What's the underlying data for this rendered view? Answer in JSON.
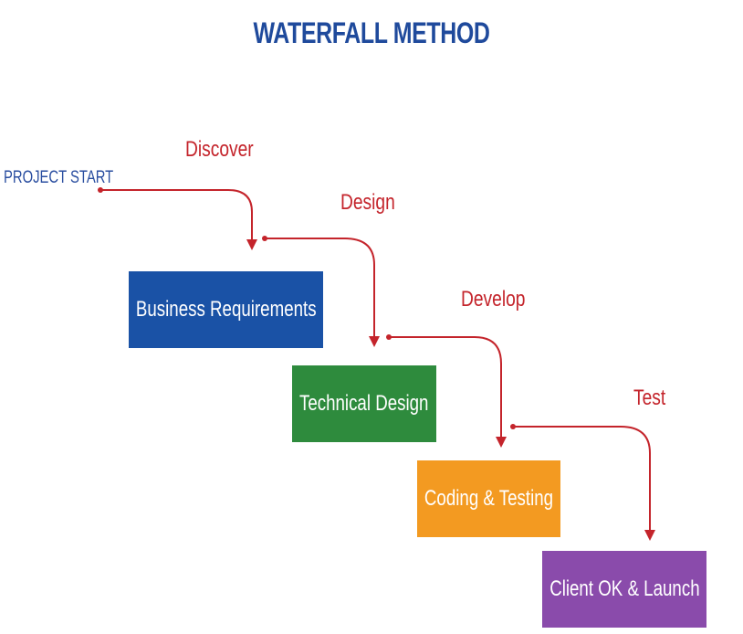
{
  "title": "WATERFALL METHOD",
  "start_label": "PROJECT START",
  "phases": [
    "Discover",
    "Design",
    "Develop",
    "Test"
  ],
  "stages": [
    {
      "label": "Business Requirements",
      "color": "#1a52a6"
    },
    {
      "label": "Technical Design",
      "color": "#2e8b3d"
    },
    {
      "label": "Coding & Testing",
      "color": "#f39a21"
    },
    {
      "label": "Client OK & Launch",
      "color": "#8a4bab"
    }
  ],
  "arrow_color": "#c4242b"
}
